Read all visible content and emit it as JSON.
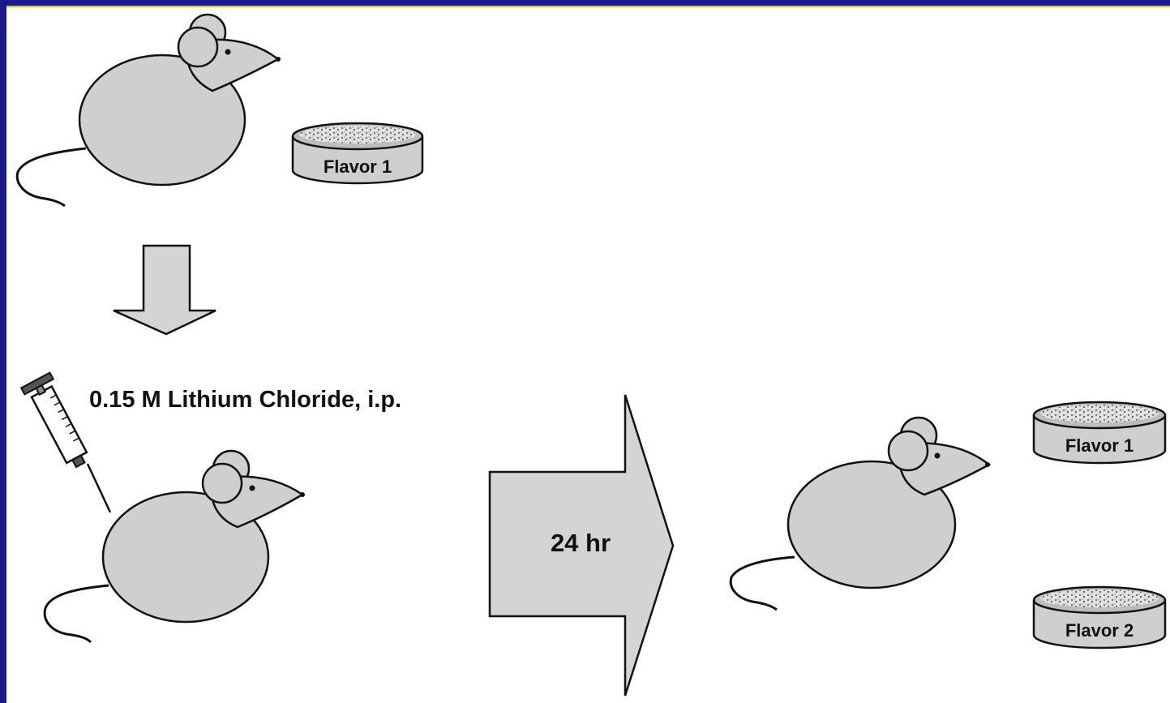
{
  "colors": {
    "frame": "#1a1a8c",
    "frame_accent": "#d8d400",
    "fill": "#cfcfcf",
    "stroke": "#111111"
  },
  "labels": {
    "dish_top": "Flavor 1",
    "injection": "0.15 M Lithium Chloride, i.p.",
    "delay": "24 hr",
    "dish_choice_1": "Flavor 1",
    "dish_choice_2": "Flavor 2"
  }
}
